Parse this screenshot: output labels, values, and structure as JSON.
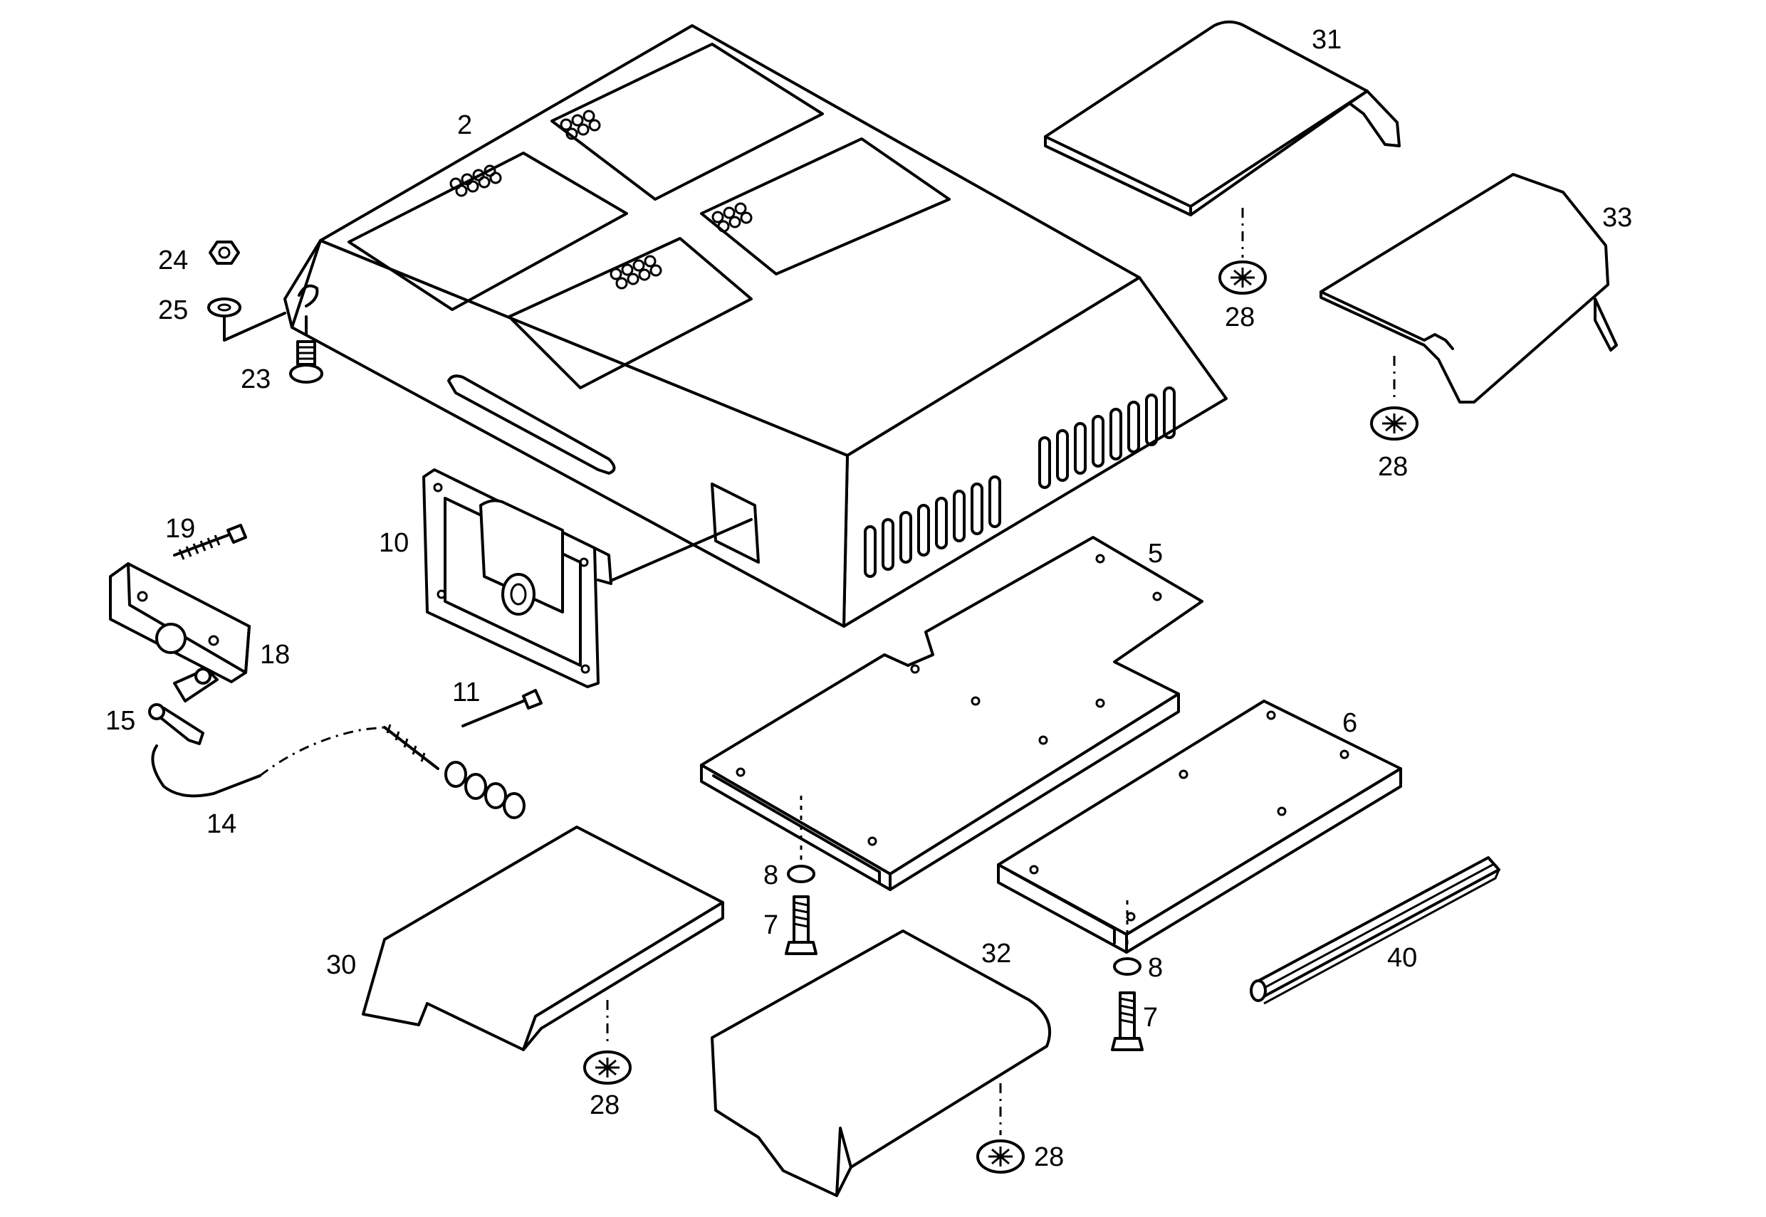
{
  "diagram": {
    "callouts": [
      {
        "id": "c2",
        "text": "2"
      },
      {
        "id": "c31",
        "text": "31"
      },
      {
        "id": "c33",
        "text": "33"
      },
      {
        "id": "c24",
        "text": "24"
      },
      {
        "id": "c25",
        "text": "25"
      },
      {
        "id": "c23",
        "text": "23"
      },
      {
        "id": "c28a",
        "text": "28"
      },
      {
        "id": "c28b",
        "text": "28"
      },
      {
        "id": "c19",
        "text": "19"
      },
      {
        "id": "c10",
        "text": "10"
      },
      {
        "id": "c18",
        "text": "18"
      },
      {
        "id": "c5",
        "text": "5"
      },
      {
        "id": "c11",
        "text": "11"
      },
      {
        "id": "c15",
        "text": "15"
      },
      {
        "id": "c6",
        "text": "6"
      },
      {
        "id": "c14",
        "text": "14"
      },
      {
        "id": "c8a",
        "text": "8"
      },
      {
        "id": "c7a",
        "text": "7"
      },
      {
        "id": "c30",
        "text": "30"
      },
      {
        "id": "c32",
        "text": "32"
      },
      {
        "id": "c8b",
        "text": "8"
      },
      {
        "id": "c40",
        "text": "40"
      },
      {
        "id": "c7b",
        "text": "7"
      },
      {
        "id": "c28c",
        "text": "28"
      },
      {
        "id": "c28d",
        "text": "28"
      }
    ]
  }
}
